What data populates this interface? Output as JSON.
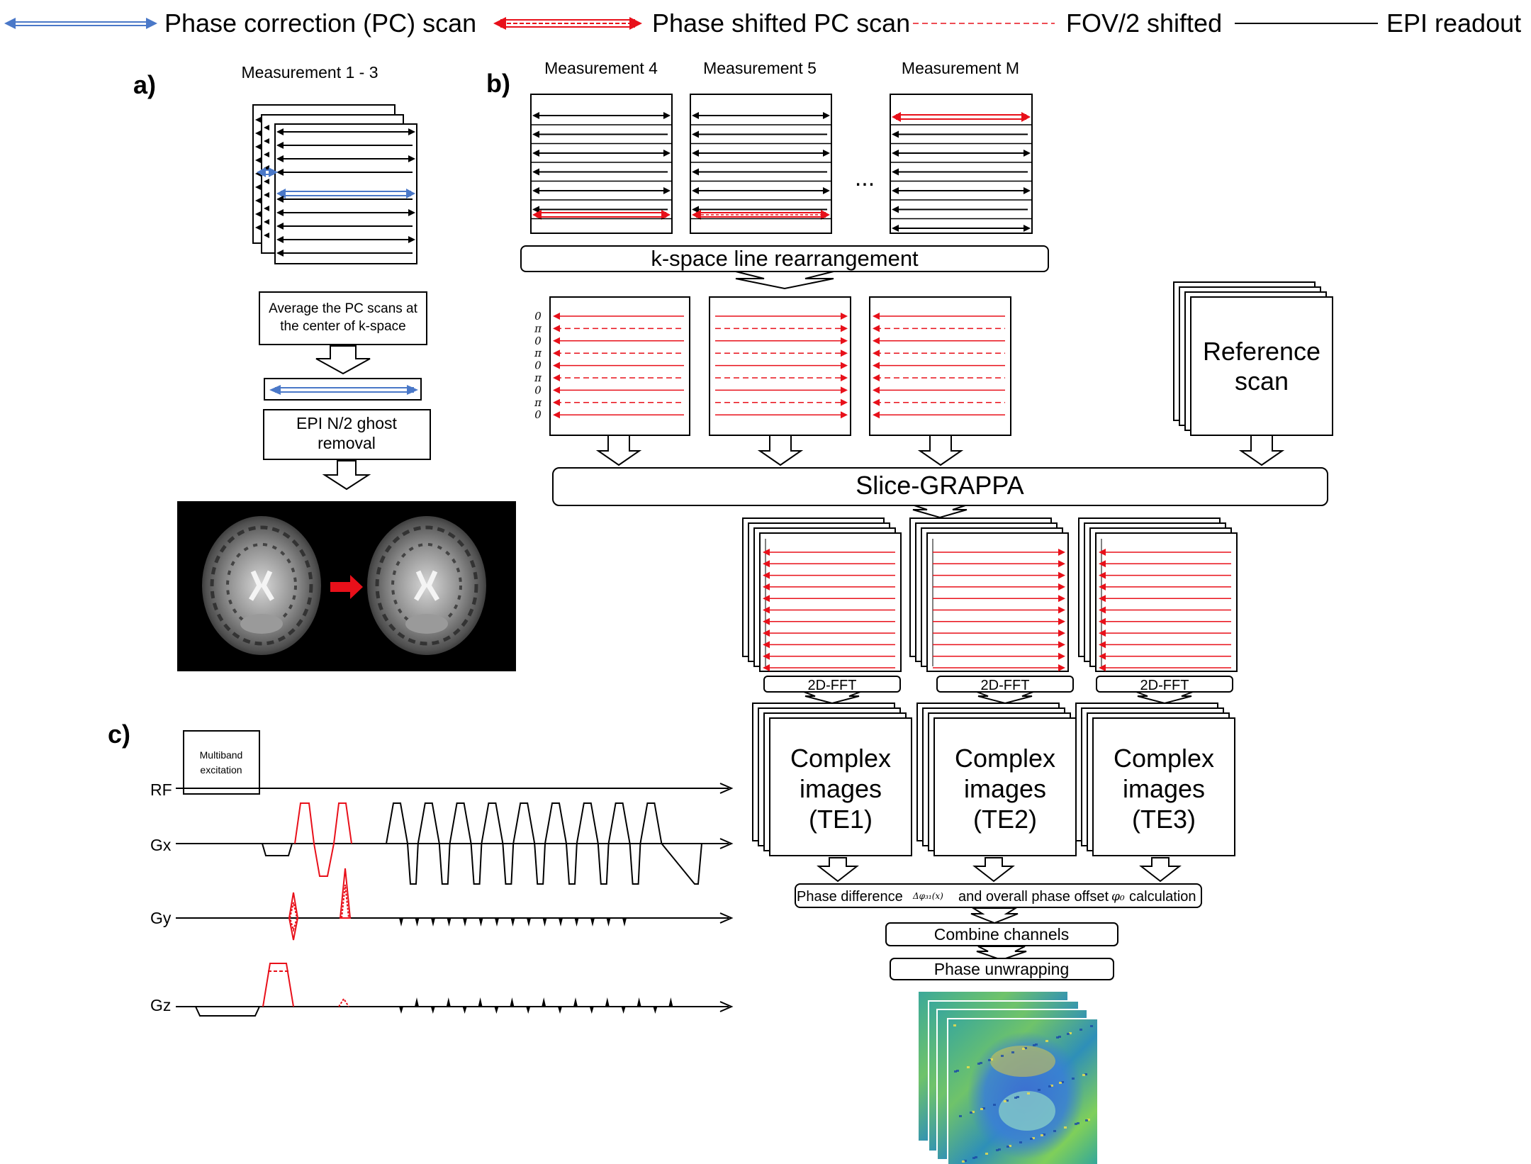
{
  "legend": {
    "pc_scan": "Phase correction (PC) scan",
    "phase_shifted_pc": "Phase shifted PC scan",
    "fov2_shifted": "FOV/2 shifted",
    "epi_readout": "EPI readout"
  },
  "colors": {
    "pc_blue": "#4a78c8",
    "shifted_red": "#e8101a",
    "readout_black": "#000000"
  },
  "panel_a": {
    "label": "a)",
    "measurement_title": "Measurement 1 - 3",
    "average_text_line1": "Average the PC scans at",
    "average_text_line2": "the center of k-space",
    "ghost_line1": "EPI N/2 ghost",
    "ghost_line2": "removal"
  },
  "panel_b": {
    "label": "b)",
    "measurements": [
      "Measurement 4",
      "Measurement 5",
      "Measurement M"
    ],
    "ellipsis": "...",
    "rearrangement": "k-space line rearrangement",
    "phase_labels": [
      "0",
      "π",
      "0",
      "π",
      "0",
      "π",
      "0",
      "π",
      "0"
    ],
    "reference_line1": "Reference",
    "reference_line2": "scan",
    "slice_grappa": "Slice-GRAPPA",
    "fft_label": "2D-FFT",
    "complex_line1": "Complex",
    "complex_line2": "images",
    "te_labels": [
      "(TE1)",
      "(TE2)",
      "(TE3)"
    ],
    "phase_diff_prefix": "Phase difference",
    "phase_diff_symbol": "Δφ₃₁(x)",
    "phase_diff_mid": "and overall phase offset",
    "phase_offset_symbol": "φ₀",
    "phase_diff_suffix": "calculation",
    "combine": "Combine channels",
    "unwrap": "Phase unwrapping"
  },
  "panel_c": {
    "label": "c)",
    "excitation_line1": "Multiband",
    "excitation_line2": "excitation",
    "axes": [
      "RF",
      "Gx",
      "Gy",
      "Gz"
    ]
  }
}
